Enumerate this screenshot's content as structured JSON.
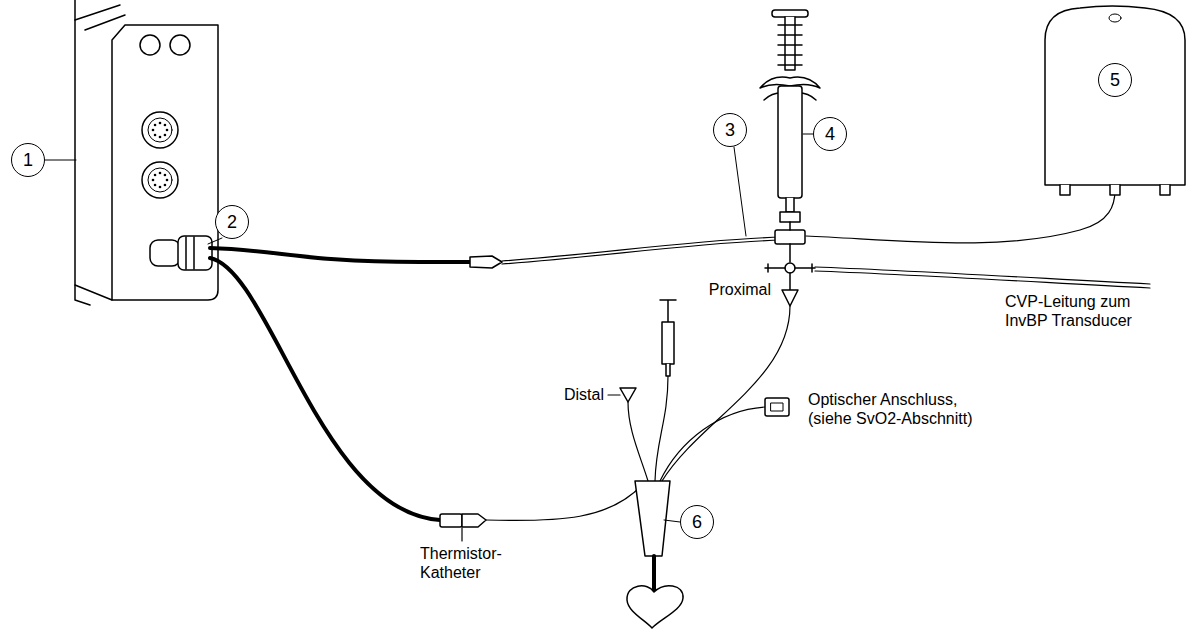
{
  "diagram": {
    "nodes": [
      {
        "text": [
          "1"
        ]
      },
      {
        "text": [
          "2"
        ]
      },
      {
        "text": [
          "3"
        ]
      },
      {
        "text": [
          "4"
        ]
      },
      {
        "text": [
          "5"
        ]
      },
      {
        "text": [
          "6"
        ]
      }
    ],
    "labels": [
      "Proximal",
      "Distal",
      "CVP-Leitung zum InvBP Transducer",
      "Optischer Anschluss, (siehe SvO2-Abschnitt)",
      "Thermistor-Katheter"
    ]
  }
}
